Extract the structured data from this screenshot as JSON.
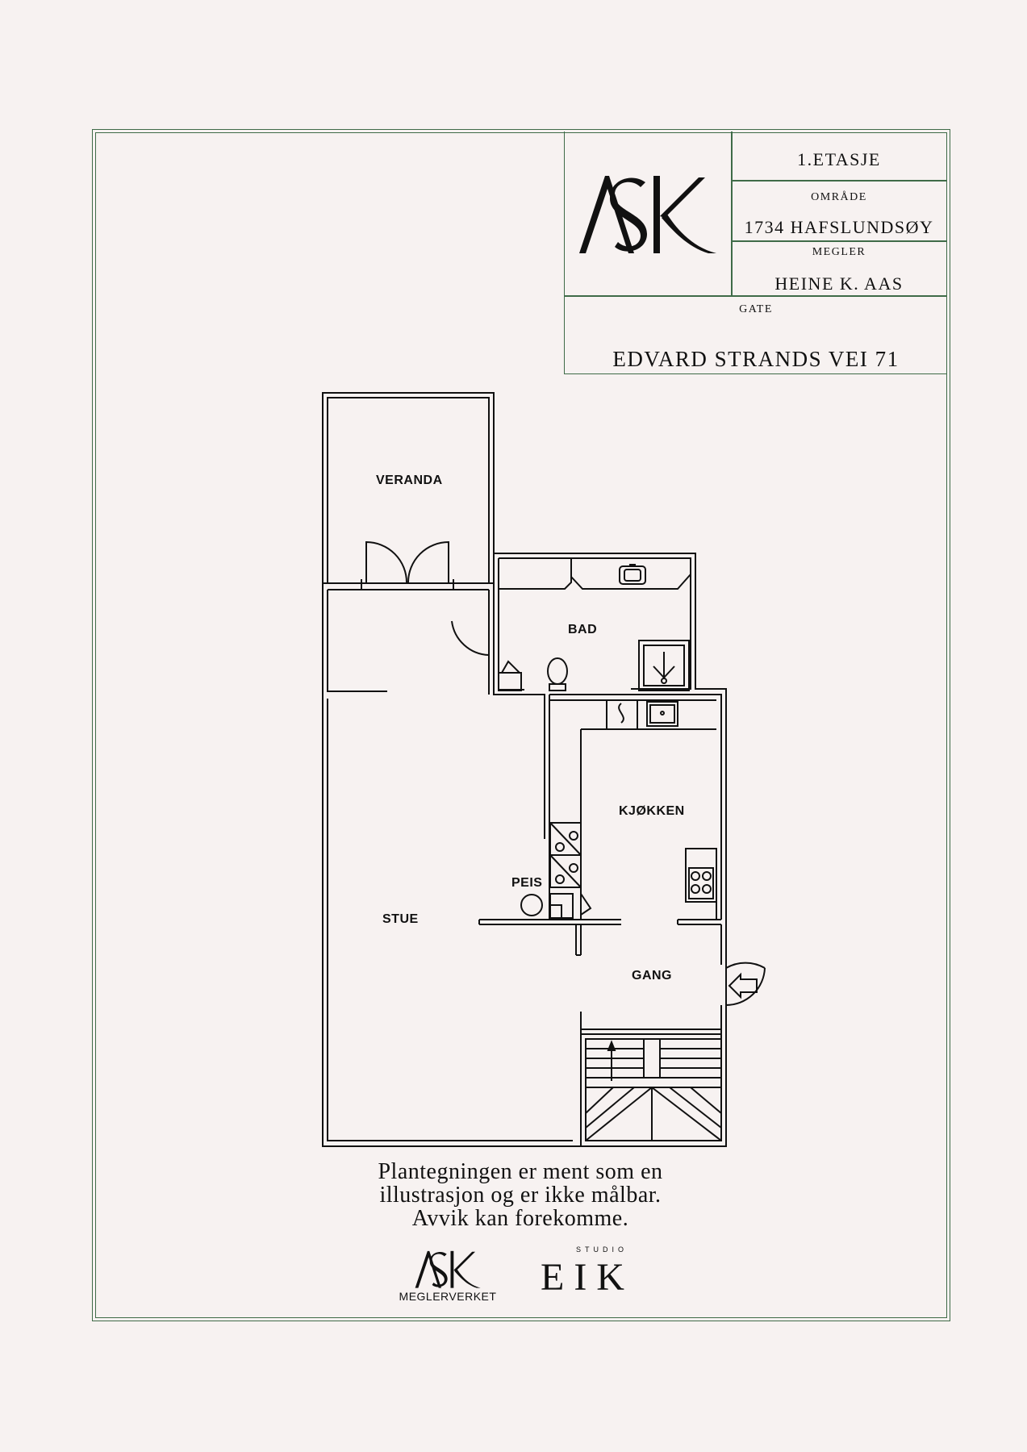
{
  "title_block": {
    "floor": "1.ETASJE",
    "area_label": "OMRÅDE",
    "area_value": "1734 HAFSLUNDSØY",
    "broker_label": "MEGLER",
    "broker_value": "HEINE K. AAS",
    "street_label": "GATE",
    "street_value": "EDVARD STRANDS VEI 71",
    "logo_text": "ASK"
  },
  "rooms": {
    "veranda": "VERANDA",
    "bad": "BAD",
    "kjokken": "KJØKKEN",
    "peis": "PEIS",
    "stue": "STUE",
    "gang": "GANG"
  },
  "disclaimer": {
    "line1": "Plantegningen er ment som en",
    "line2": "illustrasjon og er ikke målbar.",
    "line3": "Avvik kan forekomme."
  },
  "footer": {
    "ask_logo_text": "ASK",
    "ask_sub": "MEGLERVERKET",
    "studio": "STUDIO",
    "eik": "EIK"
  },
  "colors": {
    "background": "#f7f2f1",
    "frame": "#3f6b48",
    "ink": "#111111"
  }
}
